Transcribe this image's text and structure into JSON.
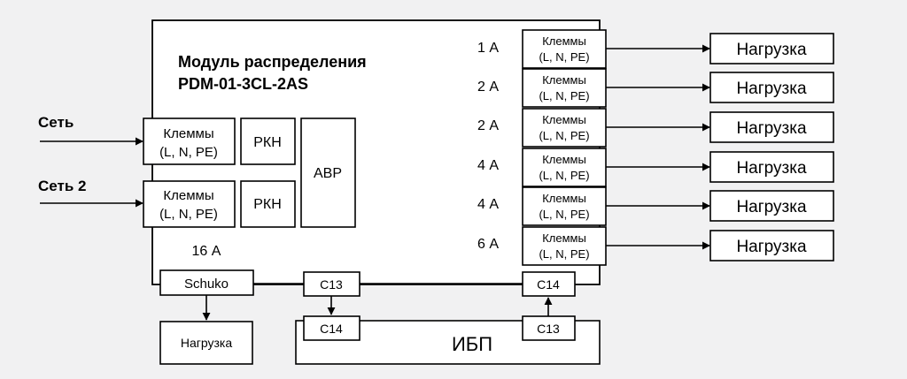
{
  "module": {
    "title_line1": "Модуль распределения",
    "title_line2": "PDM-01-3CL-2AS"
  },
  "inputs": [
    {
      "label": "Сеть",
      "terminal_line1": "Клеммы",
      "terminal_line2": "(L, N, PE)",
      "relay": "РКН"
    },
    {
      "label": "Сеть 2",
      "terminal_line1": "Клеммы",
      "terminal_line2": "(L, N, PE)",
      "relay": "РКН"
    }
  ],
  "ats": "АВР",
  "outputs": [
    {
      "current": "1 А",
      "terminal_line1": "Клеммы",
      "terminal_line2": "(L, N, PE)",
      "load": "Нагрузка"
    },
    {
      "current": "2 А",
      "terminal_line1": "Клеммы",
      "terminal_line2": "(L, N, PE)",
      "load": "Нагрузка"
    },
    {
      "current": "2 А",
      "terminal_line1": "Клеммы",
      "terminal_line2": "(L, N, PE)",
      "load": "Нагрузка"
    },
    {
      "current": "4 А",
      "terminal_line1": "Клеммы",
      "terminal_line2": "(L, N, PE)",
      "load": "Нагрузка"
    },
    {
      "current": "4 А",
      "terminal_line1": "Клеммы",
      "terminal_line2": "(L, N, PE)",
      "load": "Нагрузка"
    },
    {
      "current": "6 А",
      "terminal_line1": "Клеммы",
      "terminal_line2": "(L, N, PE)",
      "load": "Нагрузка"
    }
  ],
  "schuko": {
    "label": "Schuko",
    "current": "16 А",
    "load": "Нагрузка"
  },
  "connectors": {
    "c13_module": "C13",
    "c14_module": "C14",
    "c14_ups": "C14",
    "c13_ups": "C13"
  },
  "ups": {
    "label": "ИБП"
  }
}
